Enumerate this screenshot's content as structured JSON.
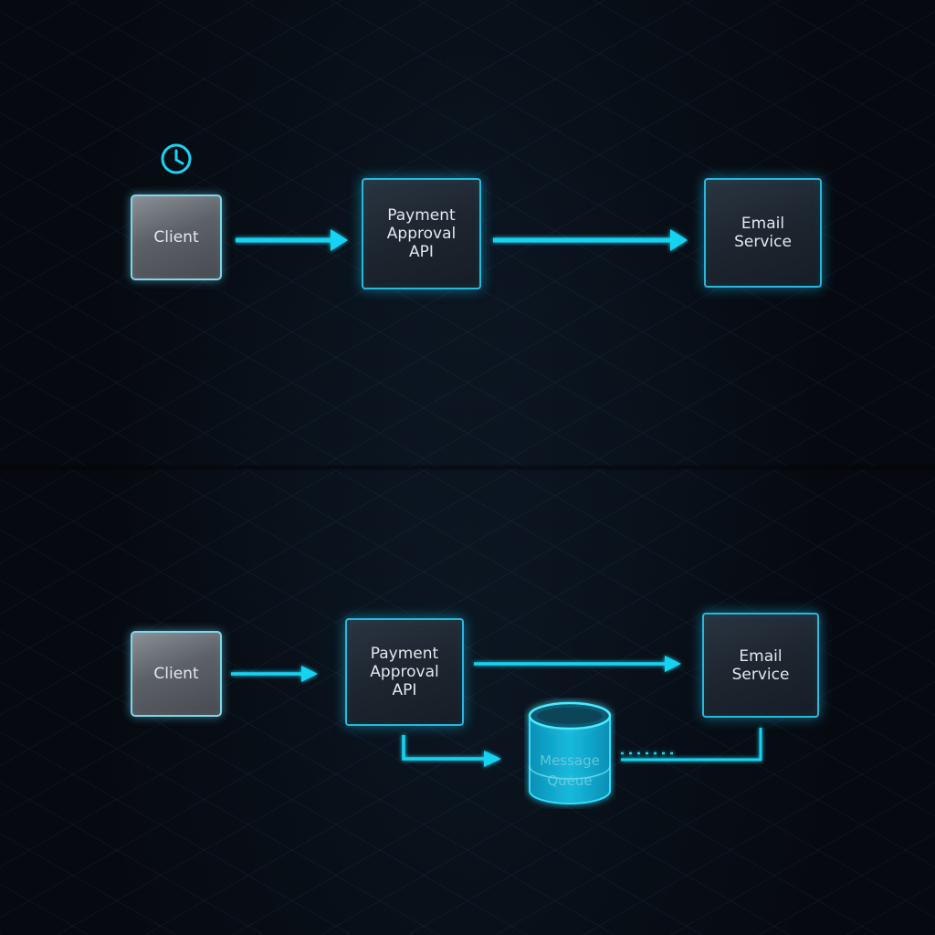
{
  "top_flow": {
    "client": {
      "label": "Client"
    },
    "api": {
      "label": "Payment\nApproval\nAPI"
    },
    "email": {
      "label": "Email\nService"
    },
    "indicator_icon": "clock-icon"
  },
  "bottom_flow": {
    "client": {
      "label": "Client"
    },
    "api": {
      "label": "Payment\nApproval\nAPI"
    },
    "email": {
      "label": "Email\nService"
    },
    "queue": {
      "label": "Message\nQueue",
      "icon": "database-cylinder-icon"
    },
    "indicator_icon": "speed-lines-icon"
  },
  "colors": {
    "background": "#06090f",
    "accent": "#19d3f2",
    "accent_glow": "#0fb8e0",
    "client_fill": "#5c6167",
    "service_fill": "#1c242e",
    "text": "#e3e8ee"
  }
}
